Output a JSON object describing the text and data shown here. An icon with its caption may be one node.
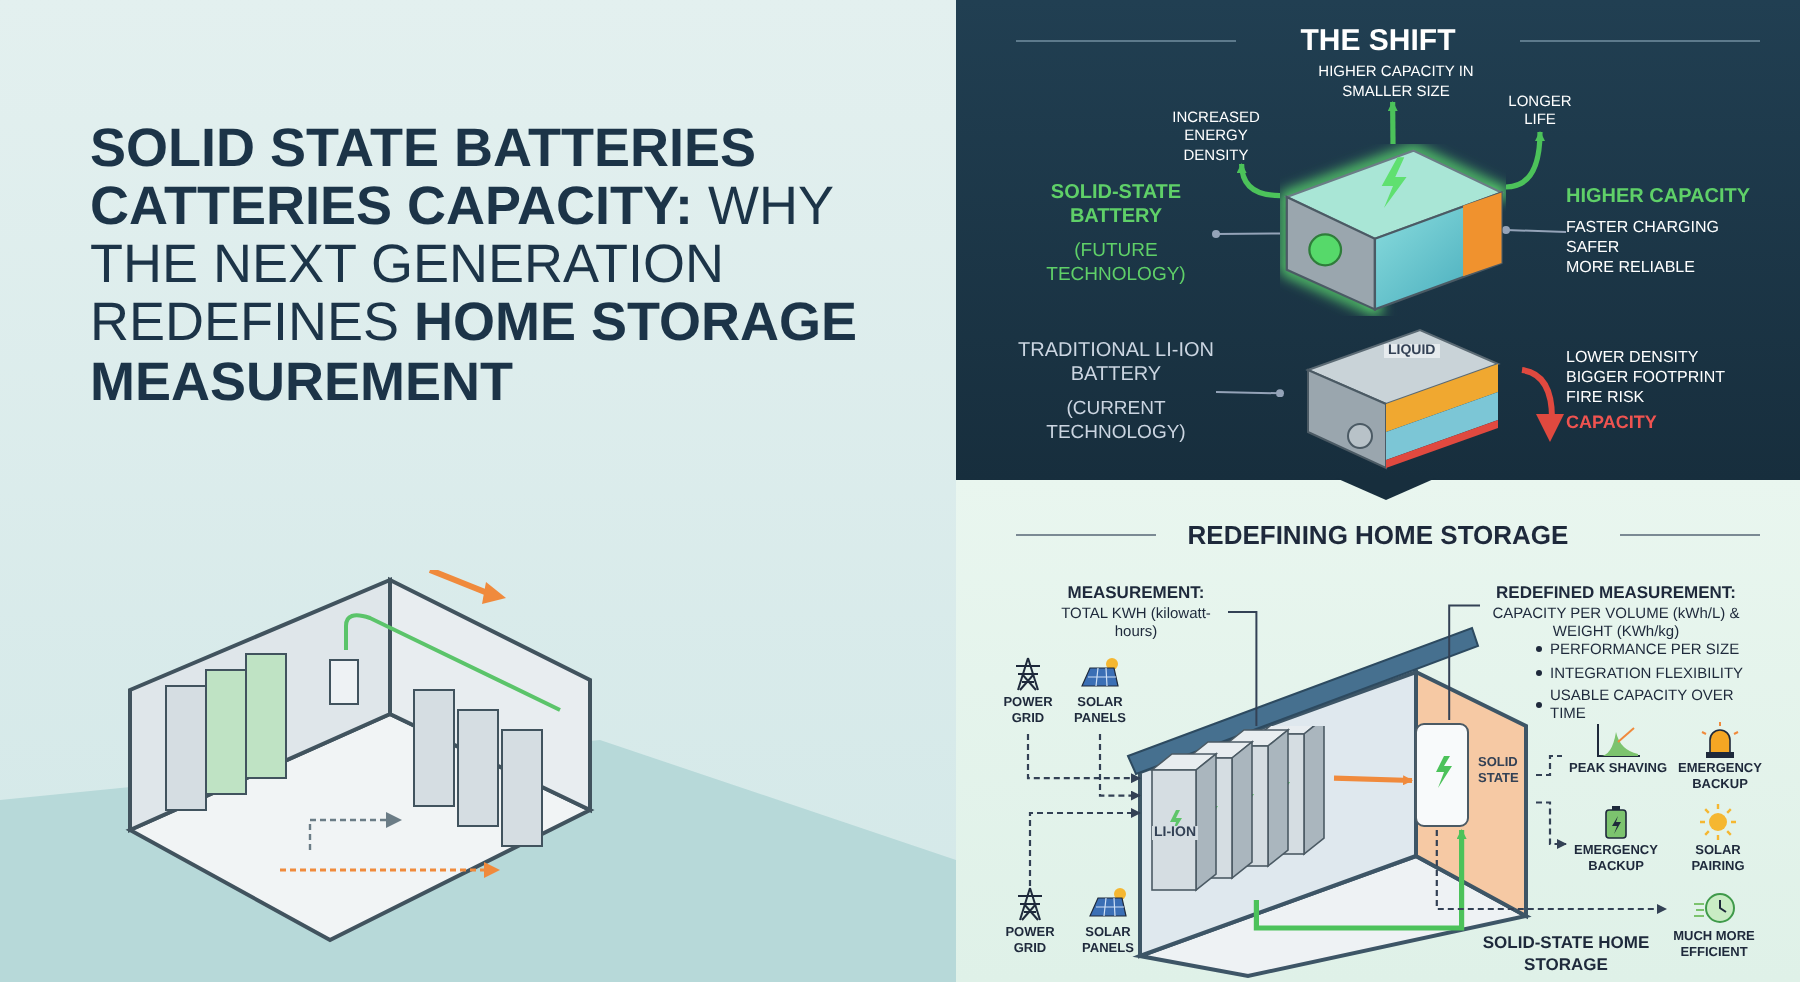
{
  "diagram": {
    "title": "**SOLID STATE BATTERIES CATTERIES CAPACITY:** WHY THE NEXT GENERATION REDEFINES **HOME STORAGE MEASUREMENT**",
    "nodes": [
      {
        "text": [
          "THE SHIFT"
        ]
      },
      {
        "text": [
          "SOLID-STATE BATTERY",
          "(FUTURE TECHNOLOGY)"
        ],
        "in": 0
      },
      {
        "text": [],
        "shape": "picture",
        "in": 0
      },
      {
        "text": [
          "INCREASED ENERGY DENSITY"
        ],
        "in": 0
      },
      {
        "text": [
          "HIGHER CAPACITY IN SMALLER SIZE"
        ],
        "in": 0
      },
      {
        "text": [
          "LONGER LIFE"
        ],
        "in": 0
      },
      {
        "text": [
          "HIGHER CAPACITY",
          "FASTER CHARGING",
          "SAFER",
          "MORE RELIABLE"
        ],
        "in": 0
      },
      {
        "text": [
          "TRADITIONAL LI-ION BATTERY",
          "(CURRENT TECHNOLOGY)"
        ],
        "in": 0
      },
      {
        "text": [
          "LIQUID"
        ],
        "in": 0
      },
      {
        "text": [
          "LOWER DENSITY",
          "BIGGER FOOTPRINT",
          "FIRE RISK",
          "CAPACITY"
        ],
        "in": 0
      },
      {
        "text": [
          "REDEFINING HOME STORAGE"
        ]
      },
      {
        "text": [
          "MEASUREMENT:",
          "TOTAL KWH (kilowatt-hours)"
        ],
        "in": 10
      },
      {
        "text": [
          "REDEFINED MEASUREMENT:",
          "CAPACITY PER VOLUME (kWh/L) & WEIGHT (KWh/kg)"
        ],
        "in": 10
      },
      {
        "text": [
          "PERFORMANCE PER SIZE",
          "INTEGRATION FLEXIBILITY",
          "USABLE CAPACITY OVER TIME"
        ],
        "in": 10
      },
      {
        "text": [
          "LI-ION"
        ],
        "in": 10
      },
      {
        "text": [
          "SOLID STATE"
        ],
        "in": 10
      },
      {
        "text": [
          "POWER GRID"
        ],
        "in": 10
      },
      {
        "text": [
          "SOLAR PANELS"
        ],
        "in": 10
      },
      {
        "text": [
          "POWER GRID"
        ],
        "in": 10
      },
      {
        "text": [
          "SOLAR PANELS"
        ],
        "in": 10
      },
      {
        "text": [
          "PEAK SHAVING"
        ],
        "in": 10
      },
      {
        "text": [
          "EMERGENCY BACKUP"
        ],
        "in": 10
      },
      {
        "text": [
          "EMERGENCY BACKUP"
        ],
        "in": 10
      },
      {
        "text": [
          "SOLAR PAIRING"
        ],
        "in": 10
      },
      {
        "text": [
          "MUCH MORE EFFICIENT"
        ],
        "in": 10
      },
      {
        "text": [
          "SOLID-STATE HOME STORAGE"
        ],
        "in": 10
      }
    ],
    "edges": [
      {
        "from": 1,
        "to": 2,
        "arrow": "other",
        "color": "#94a3b8"
      },
      {
        "from": 2,
        "to": 3,
        "arrow": "to",
        "style": "thick",
        "color": "#4cc25a"
      },
      {
        "from": 2,
        "to": 4,
        "arrow": "to",
        "style": "thick",
        "color": "#4cc25a"
      },
      {
        "from": 2,
        "to": 5,
        "arrow": "to",
        "style": "thick",
        "color": "#4cc25a"
      },
      {
        "from": 2,
        "to": 6,
        "arrow": "other",
        "color": "#94a3b8"
      },
      {
        "from": 7,
        "to": 8,
        "arrow": "other",
        "color": "#94a3b8"
      },
      {
        "from": 11,
        "to": 14,
        "arrow": "none"
      },
      {
        "from": 12,
        "to": 15,
        "arrow": "none"
      },
      {
        "from": 16,
        "to": 14,
        "arrow": "to",
        "style": "dashed"
      },
      {
        "from": 17,
        "to": 14,
        "arrow": "to",
        "style": "dashed"
      },
      {
        "from": 18,
        "to": 14,
        "arrow": "to",
        "style": "dashed"
      },
      {
        "from": 14,
        "to": 15,
        "arrow": "to",
        "style": "thick",
        "color": "#f08a3c"
      },
      {
        "from": 14,
        "to": 15,
        "arrow": "to",
        "style": "thick",
        "color": "#4cc25a"
      },
      {
        "from": 15,
        "to": 20,
        "arrow": "none",
        "style": "dashed"
      },
      {
        "from": 15,
        "to": 22,
        "arrow": "to",
        "style": "dashed"
      },
      {
        "from": 15,
        "to": 24,
        "arrow": "to",
        "style": "dashed"
      }
    ]
  }
}
